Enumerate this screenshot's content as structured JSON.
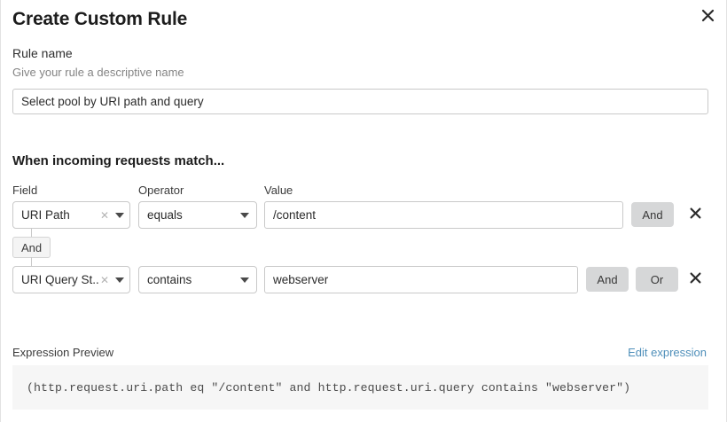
{
  "dialog": {
    "title": "Create Custom Rule",
    "close_label": "close-icon"
  },
  "rule_name": {
    "label": "Rule name",
    "help": "Give your rule a descriptive name",
    "value": "Select pool by URI path and query",
    "placeholder": "Select pool by URI path and query"
  },
  "match": {
    "heading": "When incoming requests match...",
    "columns": {
      "field": "Field",
      "operator": "Operator",
      "value": "Value"
    },
    "connector": {
      "label": "And"
    },
    "rows": [
      {
        "field": "URI Path",
        "operator": "equals",
        "value": "/content",
        "buttons": [
          "And"
        ],
        "delete_label": "×"
      },
      {
        "field": "URI Query St...",
        "operator": "contains",
        "value": "webserver",
        "buttons": [
          "And",
          "Or"
        ],
        "delete_label": "×"
      }
    ]
  },
  "preview": {
    "label": "Expression Preview",
    "edit_link": "Edit expression",
    "expression": "(http.request.uri.path eq \"/content\" and http.request.uri.query contains \"webserver\")"
  },
  "colors": {
    "accent_link": "#4f8fba",
    "button_bg": "#d6d7d8",
    "preview_bg": "#f6f6f6",
    "border": "#c9c9c9"
  }
}
